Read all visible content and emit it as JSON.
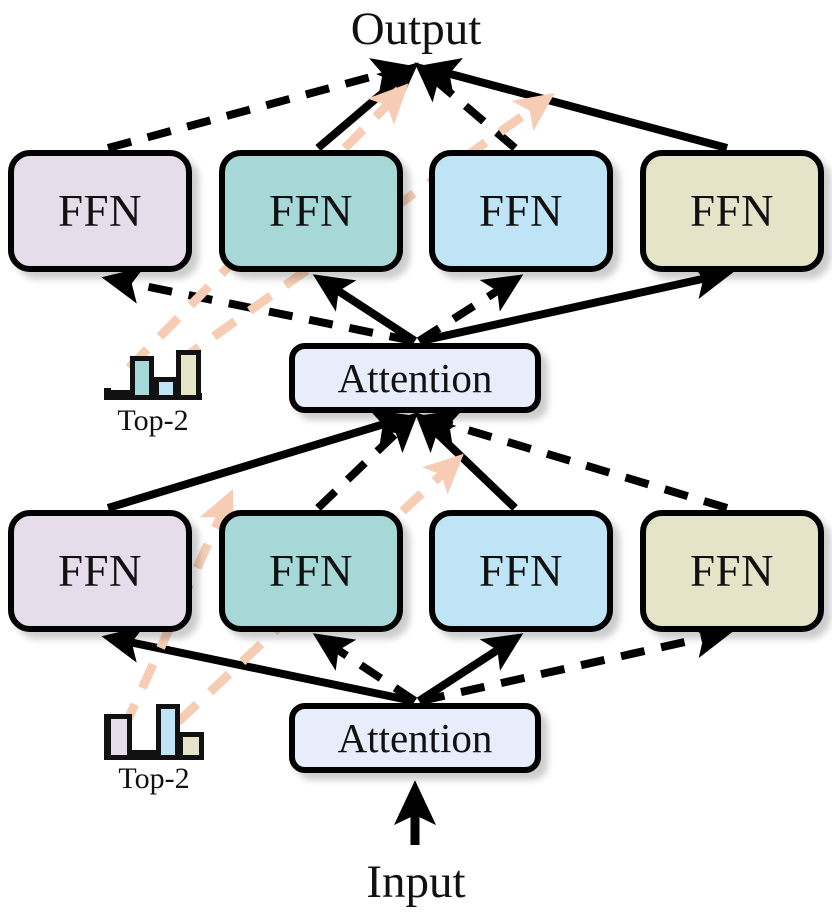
{
  "diagram": {
    "title_top": "Output",
    "title_bottom": "Input",
    "palette": {
      "lavender": "#e6dcea",
      "teal": "#a6d8d8",
      "blue": "#bfe4f6",
      "beige": "#e5e4c9",
      "attention_fill": "#e7edfa",
      "line_solid": "#000000",
      "line_dashed": "#000000",
      "route_highlight": "#f6cdb4",
      "stroke": "#000000"
    },
    "layers": [
      {
        "name": "upper-layer",
        "attention": {
          "label": "Attention"
        },
        "experts": [
          {
            "label": "FFN",
            "color_key": "lavender",
            "selected": false
          },
          {
            "label": "FFN",
            "color_key": "teal",
            "selected": true
          },
          {
            "label": "FFN",
            "color_key": "blue",
            "selected": false
          },
          {
            "label": "FFN",
            "color_key": "beige",
            "selected": true
          }
        ],
        "router": {
          "caption": "Top-2",
          "bars": [
            {
              "color_key": "lavender",
              "value": 0.12
            },
            {
              "color_key": "teal",
              "value": 0.8
            },
            {
              "color_key": "blue",
              "value": 0.4
            },
            {
              "color_key": "beige",
              "value": 1.0
            }
          ]
        }
      },
      {
        "name": "lower-layer",
        "attention": {
          "label": "Attention"
        },
        "experts": [
          {
            "label": "FFN",
            "color_key": "lavender",
            "selected": true
          },
          {
            "label": "FFN",
            "color_key": "teal",
            "selected": false
          },
          {
            "label": "FFN",
            "color_key": "blue",
            "selected": true
          },
          {
            "label": "FFN",
            "color_key": "beige",
            "selected": false
          }
        ],
        "router": {
          "caption": "Top-2",
          "bars": [
            {
              "color_key": "lavender",
              "value": 0.8
            },
            {
              "color_key": "teal",
              "value": 0.12
            },
            {
              "color_key": "blue",
              "value": 1.0
            },
            {
              "color_key": "beige",
              "value": 0.48
            }
          ]
        }
      }
    ]
  }
}
